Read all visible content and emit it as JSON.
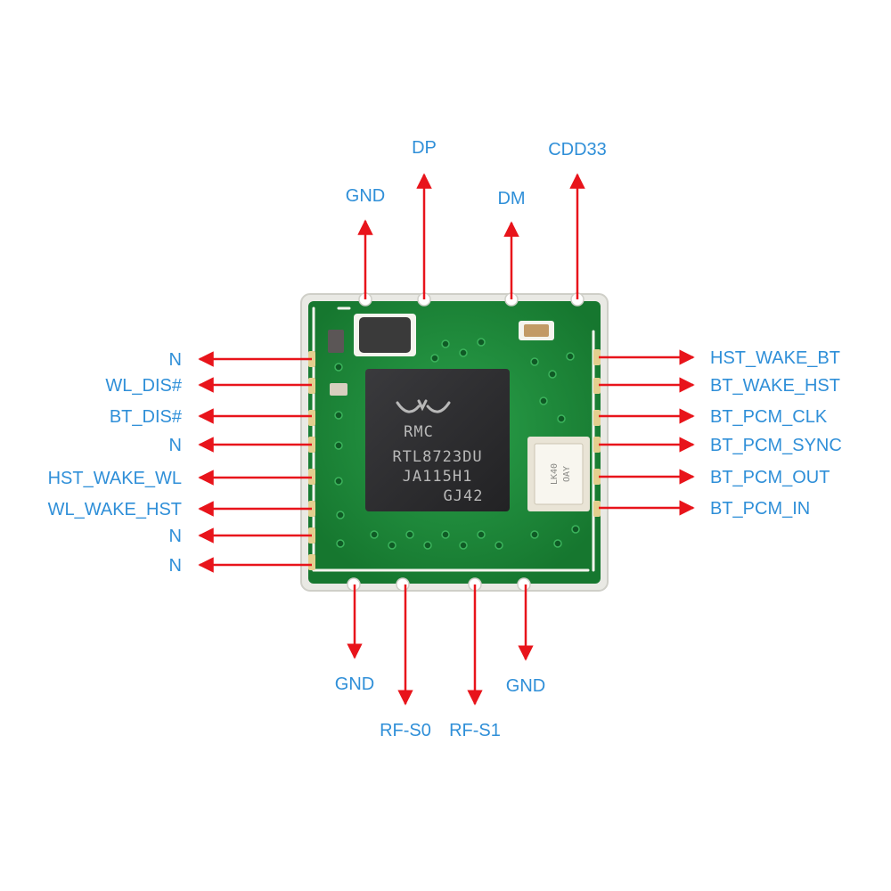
{
  "colors": {
    "label": "#2f8fd8",
    "arrow": "#e8141b",
    "pcb": "#1f8a3c",
    "pcb_dark": "#12652a",
    "gold": "#e3cf8e",
    "chip": "#2c2c2e",
    "chip_text": "#b8b8b8",
    "silkscreen": "#f4f4ee"
  },
  "chip": {
    "logo": "RMC",
    "line1": "RTL8723DU",
    "line2": "JA115H1",
    "line3": "GJ42"
  },
  "crystal": {
    "line1": "LK40",
    "line2": "OAY"
  },
  "pins": {
    "top": [
      {
        "id": "top-gnd",
        "label": "GND"
      },
      {
        "id": "top-dp",
        "label": "DP"
      },
      {
        "id": "top-dm",
        "label": "DM"
      },
      {
        "id": "top-cdd33",
        "label": "CDD33"
      }
    ],
    "left": [
      {
        "id": "left-n-1",
        "label": "N"
      },
      {
        "id": "left-wl-dis",
        "label": "WL_DIS#"
      },
      {
        "id": "left-bt-dis",
        "label": "BT_DIS#"
      },
      {
        "id": "left-n-2",
        "label": "N"
      },
      {
        "id": "left-hst-wake-wl",
        "label": "HST_WAKE_WL"
      },
      {
        "id": "left-wl-wake-hst",
        "label": "WL_WAKE_HST"
      },
      {
        "id": "left-n-3",
        "label": "N"
      },
      {
        "id": "left-n-4",
        "label": "N"
      }
    ],
    "right": [
      {
        "id": "right-hst-wake-bt",
        "label": "HST_WAKE_BT"
      },
      {
        "id": "right-bt-wake-hst",
        "label": "BT_WAKE_HST"
      },
      {
        "id": "right-bt-pcm-clk",
        "label": "BT_PCM_CLK"
      },
      {
        "id": "right-bt-pcm-sync",
        "label": "BT_PCM_SYNC"
      },
      {
        "id": "right-bt-pcm-out",
        "label": "BT_PCM_OUT"
      },
      {
        "id": "right-bt-pcm-in",
        "label": "BT_PCM_IN"
      }
    ],
    "bottom": [
      {
        "id": "bottom-gnd-1",
        "label": "GND"
      },
      {
        "id": "bottom-rf-s0",
        "label": "RF-S0"
      },
      {
        "id": "bottom-rf-s1",
        "label": "RF-S1"
      },
      {
        "id": "bottom-gnd-2",
        "label": "GND"
      }
    ]
  }
}
